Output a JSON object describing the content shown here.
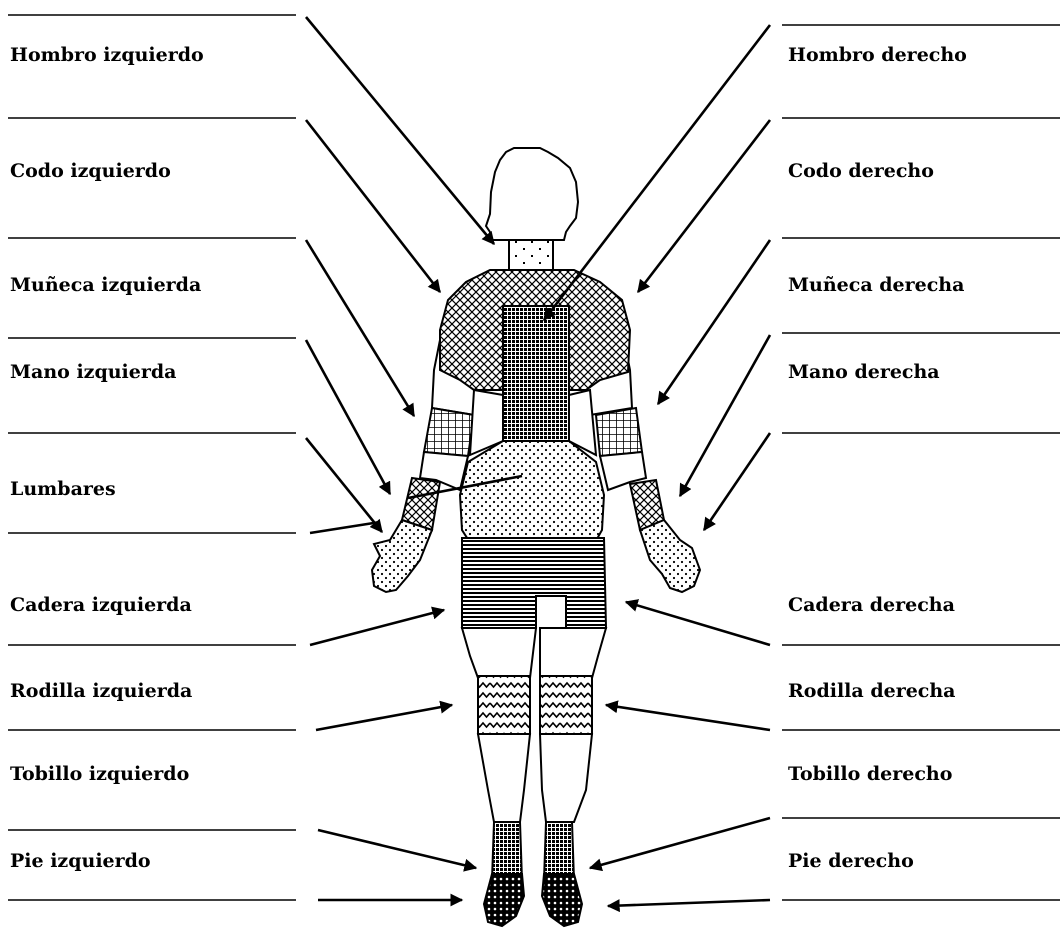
{
  "labels_left": [
    "Hombro izquierdo",
    "Codo izquierdo",
    "Muñeca izquierda",
    "Mano izquierda",
    "Lumbares",
    "Cadera izquierda",
    "Rodilla izquierda",
    "Tobillo izquierdo",
    "Pie izquierdo"
  ],
  "labels_right": [
    "Hombro derecho",
    "Codo derecho",
    "Muñeca derecha",
    "Mano derecha",
    "",
    "Cadera derecha",
    "Rodilla derecha",
    "Tobillo derecho",
    "Pie derecho"
  ]
}
